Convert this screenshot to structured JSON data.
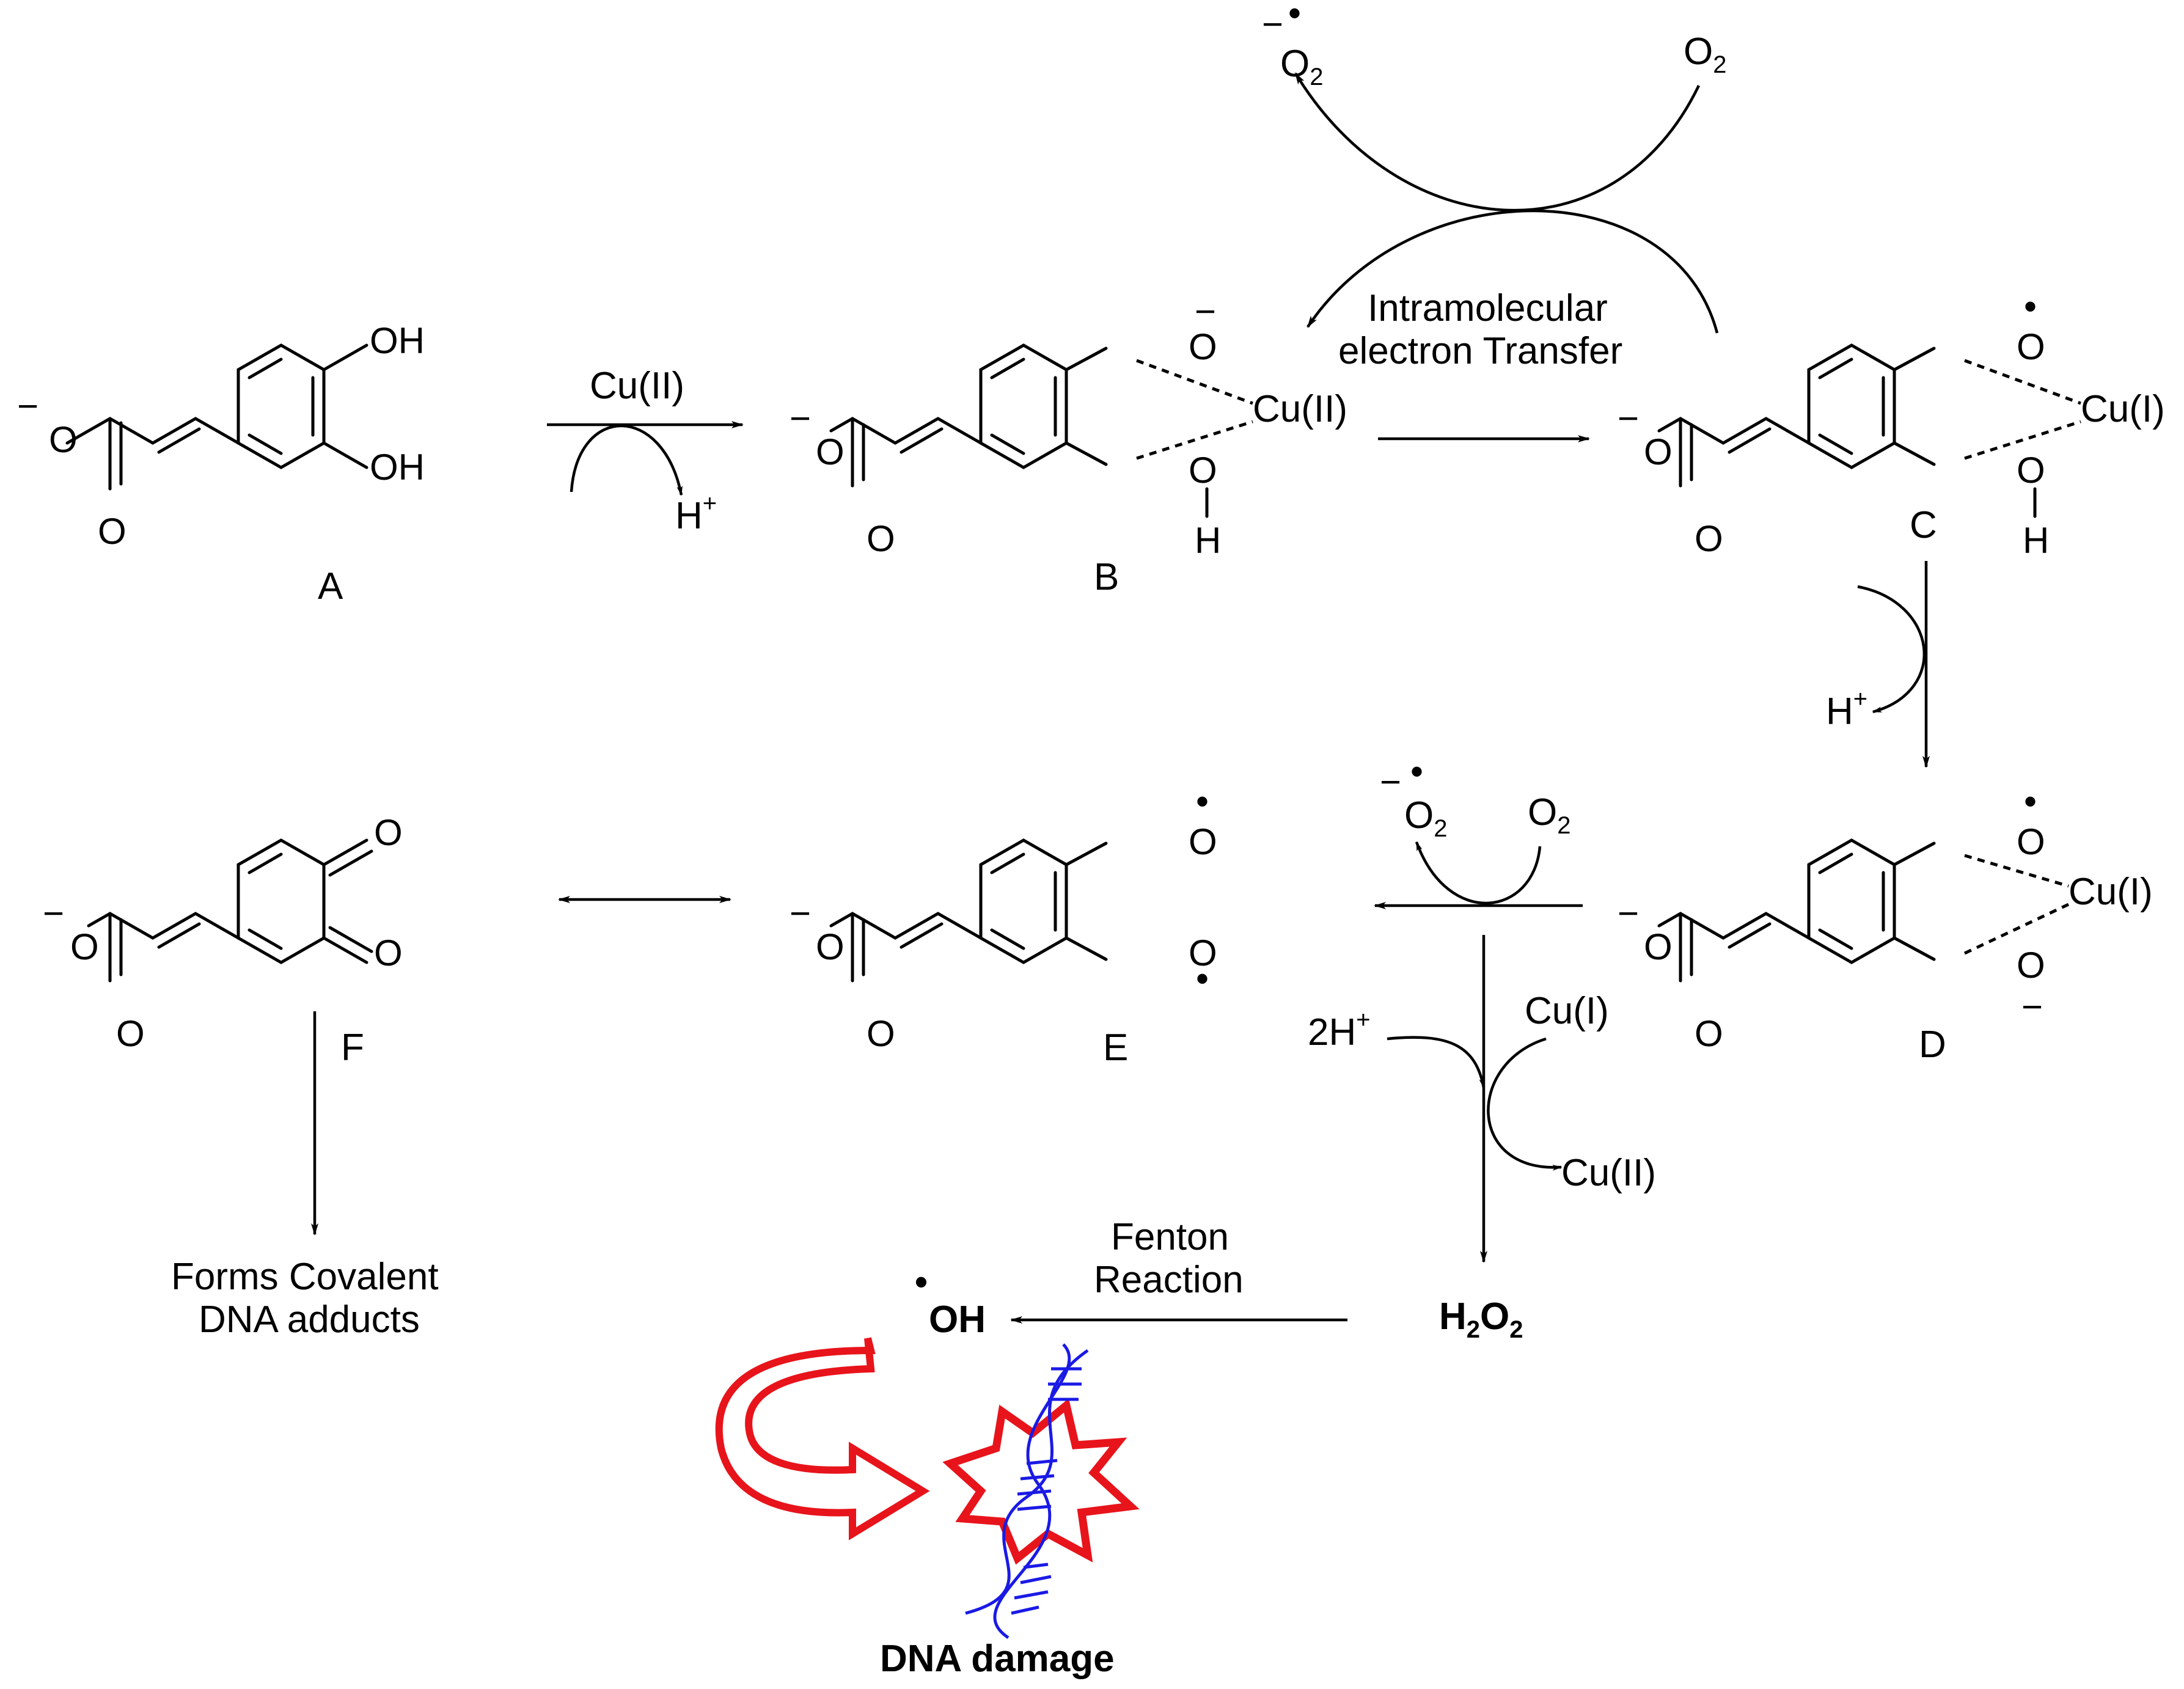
{
  "compounds": {
    "A": {
      "label": "A",
      "oh_top": "OH",
      "oh_bottom": "OH"
    },
    "B": {
      "label": "B",
      "metal": "Cu(II)",
      "h": "H"
    },
    "C": {
      "label": "C",
      "metal": "Cu(I)",
      "h": "H"
    },
    "D": {
      "label": "D",
      "metal": "Cu(I)"
    },
    "E": {
      "label": "E"
    },
    "F": {
      "label": "F"
    }
  },
  "atoms": {
    "oxygen": "O",
    "minus": "−",
    "radical": "•",
    "two": "2",
    "plus": "+"
  },
  "reagents": {
    "cu2": "Cu(II)",
    "h_plus": "H",
    "o2": "O",
    "superoxide": "O",
    "intramolecular": "Intramolecular",
    "electron_transfer": "electron Transfer",
    "cu1": "Cu(I)",
    "cu2_out": "Cu(II)",
    "two_h_plus": "2H",
    "fenton_line1": "Fenton",
    "fenton_line2": "Reaction",
    "h2o2_h": "H",
    "h2o2_o": "O",
    "oh_radical": "OH",
    "dna_adducts_line1": "Forms Covalent",
    "dna_adducts_line2": "DNA adducts",
    "dna_damage": "DNA damage"
  },
  "colors": {
    "red": "#e8141b",
    "blue": "#1a1ae6",
    "black": "#000000"
  }
}
